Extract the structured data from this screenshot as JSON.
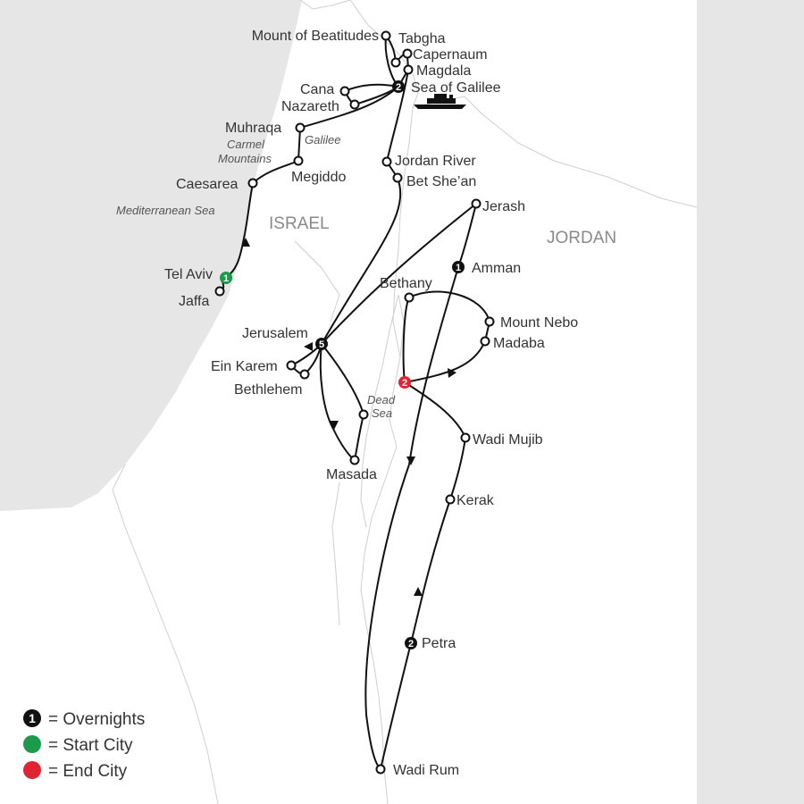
{
  "colors": {
    "sea": "#e6e6e6",
    "land": "#ffffff",
    "route": "#111111",
    "overnight": "#111111",
    "start": "#1a9a4a",
    "end": "#e02431"
  },
  "countries": {
    "israel": "ISRAEL",
    "jordan": "JORDAN"
  },
  "regions": {
    "carmel_line1": "Carmel",
    "carmel_line2": "Mountains",
    "galilee": "Galilee",
    "mediterranean": "Mediterranean Sea",
    "dead_sea_line1": "Dead",
    "dead_sea_line2": "Sea"
  },
  "places": {
    "mount_of_beatitudes": "Mount of Beatitudes",
    "tabgha": "Tabgha",
    "capernaum": "Capernaum",
    "magdala": "Magdala",
    "cana": "Cana",
    "sea_of_galilee": "Sea of Galilee",
    "nazareth": "Nazareth",
    "muhraqa": "Muhraqa",
    "jordan_river": "Jordan River",
    "megiddo": "Megiddo",
    "bet_shean": "Bet She’an",
    "caesarea": "Caesarea",
    "jerash": "Jerash",
    "amman": "Amman",
    "tel_aviv": "Tel Aviv",
    "jaffa": "Jaffa",
    "bethany": "Bethany",
    "mount_nebo": "Mount Nebo",
    "madaba": "Madaba",
    "jerusalem": "Jerusalem",
    "ein_karem": "Ein Karem",
    "bethlehem": "Bethlehem",
    "masada": "Masada",
    "wadi_mujib": "Wadi Mujib",
    "kerak": "Kerak",
    "petra": "Petra",
    "wadi_rum": "Wadi Rum"
  },
  "overnights": {
    "sea_of_galilee": "2",
    "amman": "1",
    "jerusalem": "5",
    "petra": "2",
    "tel_aviv": "1",
    "end_city": "2"
  },
  "legend": {
    "overnights_sample": "1",
    "overnights_label": "= Overnights",
    "start_label": "= Start City",
    "end_label": "= End City"
  },
  "icons": {
    "ferry": "ferry-icon"
  }
}
